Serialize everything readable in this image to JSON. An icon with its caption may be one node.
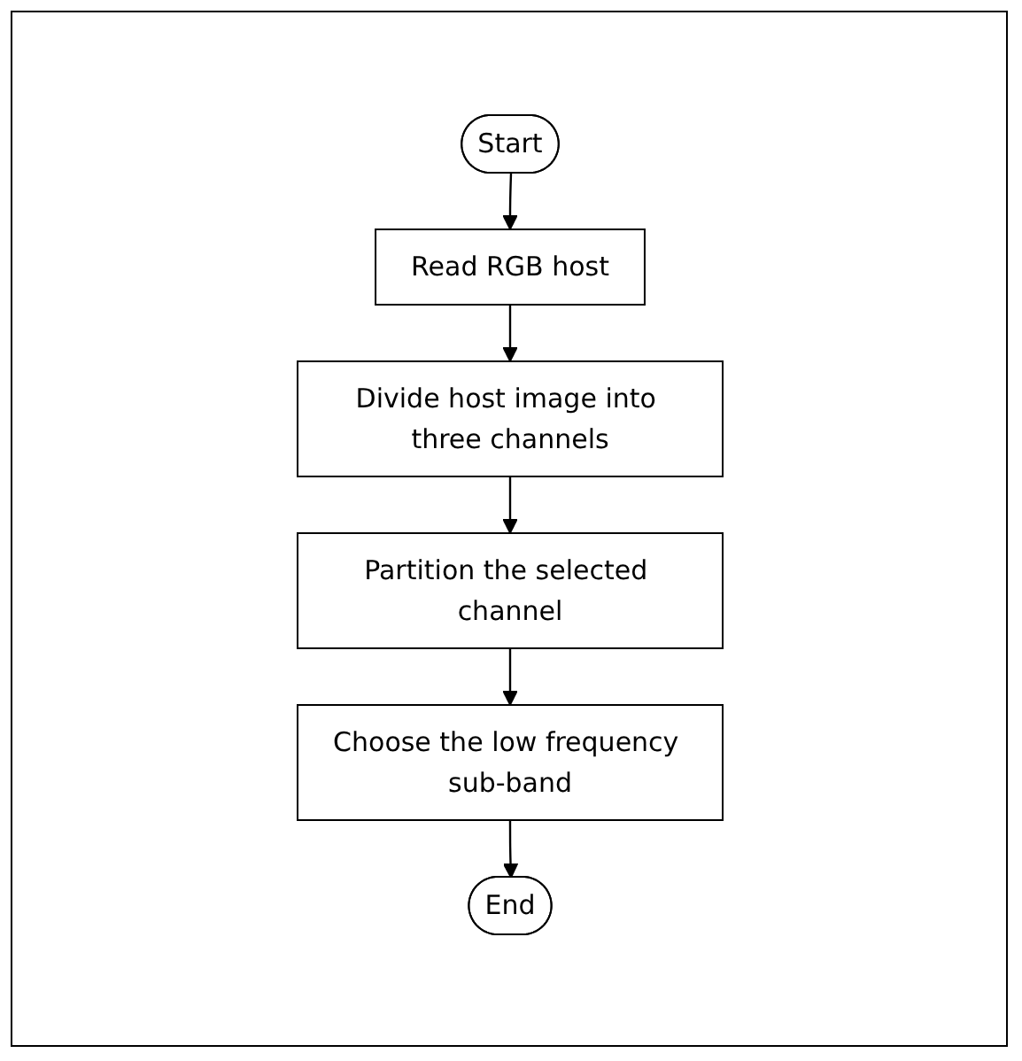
{
  "diagram": {
    "nodes": [
      {
        "text": [
          "Start"
        ]
      },
      {
        "text": [
          "Read RGB host"
        ]
      },
      {
        "text": [
          "Divide host image into three channels"
        ]
      },
      {
        "text": [
          "Partition the selected channel"
        ]
      },
      {
        "text": [
          "Choose the low frequency sub-band"
        ]
      },
      {
        "text": [
          "End"
        ]
      }
    ],
    "edges": [
      {
        "from": 0,
        "to": 1,
        "arrow": "to"
      },
      {
        "from": 1,
        "to": 2,
        "arrow": "to"
      },
      {
        "from": 2,
        "to": 3,
        "arrow": "to"
      },
      {
        "from": 3,
        "to": 4,
        "arrow": "to"
      },
      {
        "from": 4,
        "to": 5,
        "arrow": "to"
      }
    ]
  }
}
